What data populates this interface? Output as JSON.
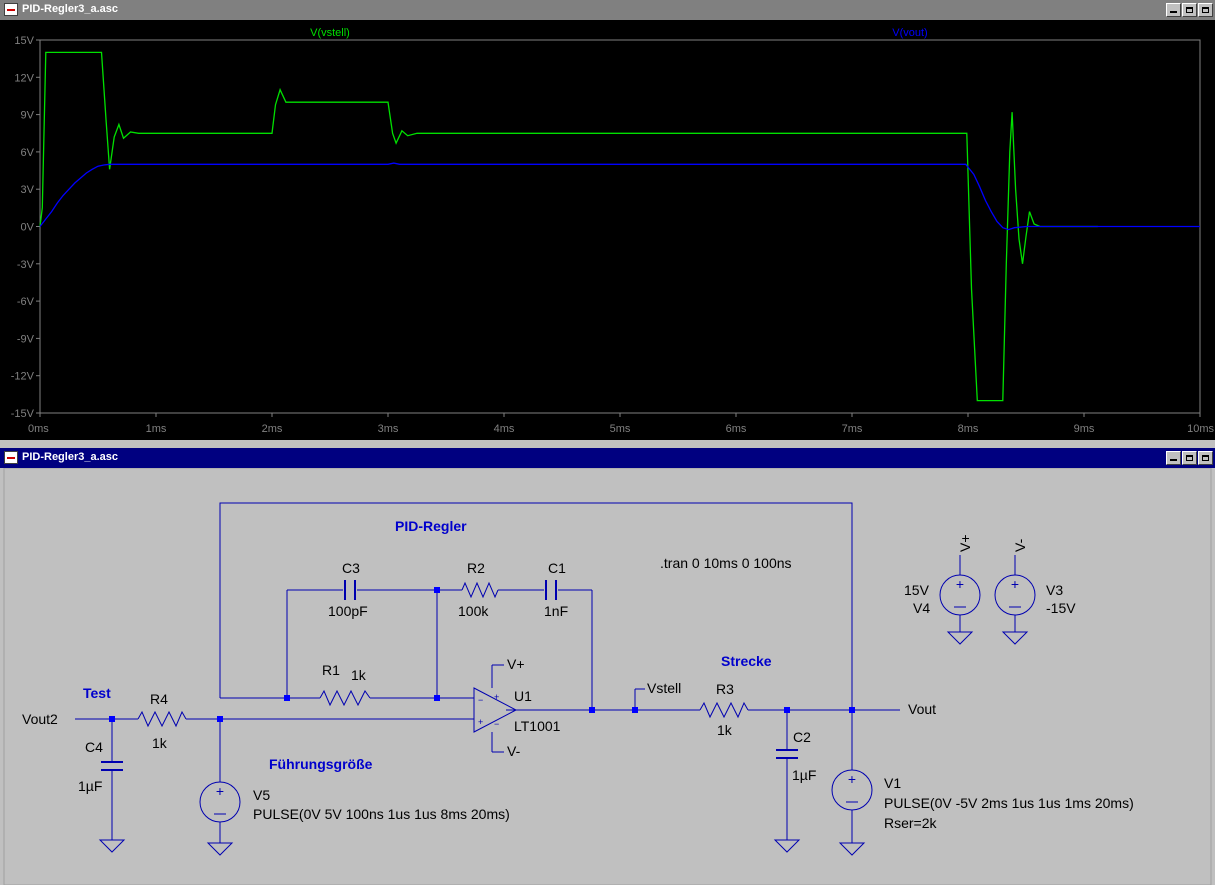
{
  "waveform_window": {
    "title": "PID-Regler3_a.asc",
    "traces": [
      {
        "name": "V(vstell)",
        "color": "#00e000"
      },
      {
        "name": "V(vout)",
        "color": "#0000ff"
      }
    ],
    "y_ticks": [
      "15V",
      "12V",
      "9V",
      "6V",
      "3V",
      "0V",
      "-3V",
      "-6V",
      "-9V",
      "-12V",
      "-15V"
    ],
    "x_ticks": [
      "0ms",
      "1ms",
      "2ms",
      "3ms",
      "4ms",
      "5ms",
      "6ms",
      "7ms",
      "8ms",
      "9ms",
      "10ms"
    ]
  },
  "chart_data": {
    "type": "line",
    "xlim": [
      0,
      10
    ],
    "ylim": [
      -15,
      15
    ],
    "x_unit": "ms",
    "y_unit": "V",
    "grid": false,
    "series": [
      {
        "name": "V(vstell)",
        "color": "#00e000",
        "points": [
          [
            0,
            0
          ],
          [
            0.02,
            1.5
          ],
          [
            0.05,
            14
          ],
          [
            0.53,
            14
          ],
          [
            0.57,
            8.5
          ],
          [
            0.6,
            4.6
          ],
          [
            0.64,
            7.2
          ],
          [
            0.68,
            8.2
          ],
          [
            0.72,
            7.1
          ],
          [
            0.78,
            7.6
          ],
          [
            0.85,
            7.5
          ],
          [
            2.0,
            7.5
          ],
          [
            2.03,
            9.8
          ],
          [
            2.07,
            11
          ],
          [
            2.12,
            10
          ],
          [
            2.2,
            10
          ],
          [
            3.0,
            10
          ],
          [
            3.04,
            7.5
          ],
          [
            3.07,
            6.7
          ],
          [
            3.12,
            7.7
          ],
          [
            3.17,
            7.3
          ],
          [
            3.25,
            7.5
          ],
          [
            7.99,
            7.5
          ],
          [
            8.03,
            -5
          ],
          [
            8.08,
            -14
          ],
          [
            8.3,
            -14
          ],
          [
            8.33,
            -3
          ],
          [
            8.36,
            6
          ],
          [
            8.38,
            9.2
          ],
          [
            8.41,
            3
          ],
          [
            8.44,
            -1
          ],
          [
            8.47,
            -3
          ],
          [
            8.5,
            -0.8
          ],
          [
            8.53,
            1.2
          ],
          [
            8.57,
            0.2
          ],
          [
            8.62,
            0
          ],
          [
            9.12,
            0
          ]
        ]
      },
      {
        "name": "V(vout)",
        "color": "#0000ff",
        "points": [
          [
            0,
            0
          ],
          [
            0.05,
            0.6
          ],
          [
            0.1,
            1.2
          ],
          [
            0.15,
            1.9
          ],
          [
            0.2,
            2.5
          ],
          [
            0.25,
            3.0
          ],
          [
            0.3,
            3.5
          ],
          [
            0.35,
            3.9
          ],
          [
            0.4,
            4.3
          ],
          [
            0.45,
            4.6
          ],
          [
            0.5,
            4.85
          ],
          [
            0.55,
            4.95
          ],
          [
            0.6,
            5
          ],
          [
            3.0,
            5
          ],
          [
            3.05,
            5.1
          ],
          [
            3.1,
            5
          ],
          [
            7.98,
            5
          ],
          [
            8.05,
            4.2
          ],
          [
            8.1,
            3.2
          ],
          [
            8.15,
            2.1
          ],
          [
            8.2,
            1.2
          ],
          [
            8.25,
            0.4
          ],
          [
            8.3,
            -0.1
          ],
          [
            8.35,
            -0.25
          ],
          [
            8.4,
            -0.1
          ],
          [
            8.5,
            0
          ],
          [
            10,
            0
          ]
        ]
      }
    ]
  },
  "schematic_window": {
    "title": "PID-Regler3_a.asc",
    "labels": {
      "pid_title": "PID-Regler",
      "tran": ".tran 0 10ms 0 100ns",
      "test": "Test",
      "fuhrung": "Führungsgröße",
      "strecke": "Strecke"
    },
    "components": {
      "c3": {
        "name": "C3",
        "value": "100pF"
      },
      "r2": {
        "name": "R2",
        "value": "100k"
      },
      "c1": {
        "name": "C1",
        "value": "1nF"
      },
      "r1": {
        "name": "R1",
        "value": "1k"
      },
      "r4": {
        "name": "R4",
        "value": "1k"
      },
      "c4": {
        "name": "C4",
        "value": "1µF"
      },
      "u1": {
        "name": "U1",
        "value": "LT1001",
        "vplus": "V+",
        "vminus": "V-"
      },
      "r3": {
        "name": "R3",
        "value": "1k"
      },
      "c2": {
        "name": "C2",
        "value": "1µF"
      },
      "v5": {
        "name": "V5",
        "value": "PULSE(0V 5V 100ns 1us 1us 8ms 20ms)"
      },
      "v1": {
        "name": "V1",
        "value": "PULSE(0V -5V 2ms 1us 1us 1ms 20ms)",
        "extra": "Rser=2k"
      },
      "v4": {
        "name": "V4",
        "value": "15V",
        "node": "V+"
      },
      "v3": {
        "name": "V3",
        "value": "-15V",
        "node": "V-"
      }
    },
    "nets": {
      "vout2": "Vout2",
      "vstell": "Vstell",
      "vout": "Vout"
    }
  }
}
